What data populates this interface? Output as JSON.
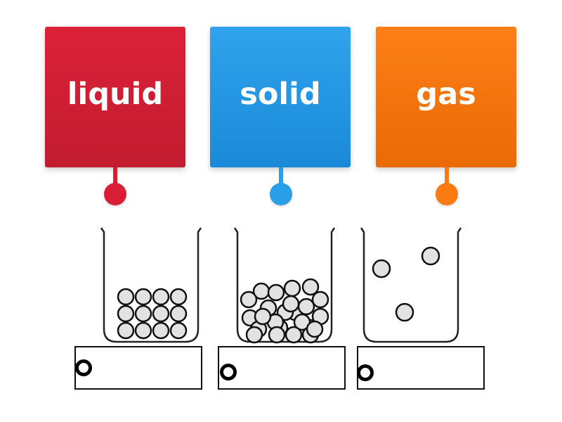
{
  "cards": [
    {
      "label": "liquid",
      "color": "#d81f35",
      "color_dark": "#c01b2e"
    },
    {
      "label": "solid",
      "color": "#2b9ee8",
      "color_dark": "#1a8ad8"
    },
    {
      "label": "gas",
      "color": "#fb7b12",
      "color_dark": "#ea6a06"
    }
  ],
  "beakers": [
    {
      "arrangement": "ordered-grid",
      "particles": 12
    },
    {
      "arrangement": "close-packed-random",
      "particles": 28
    },
    {
      "arrangement": "widely-spaced",
      "particles": 3
    }
  ],
  "drop_zones": [
    {
      "value": ""
    },
    {
      "value": ""
    },
    {
      "value": ""
    }
  ]
}
